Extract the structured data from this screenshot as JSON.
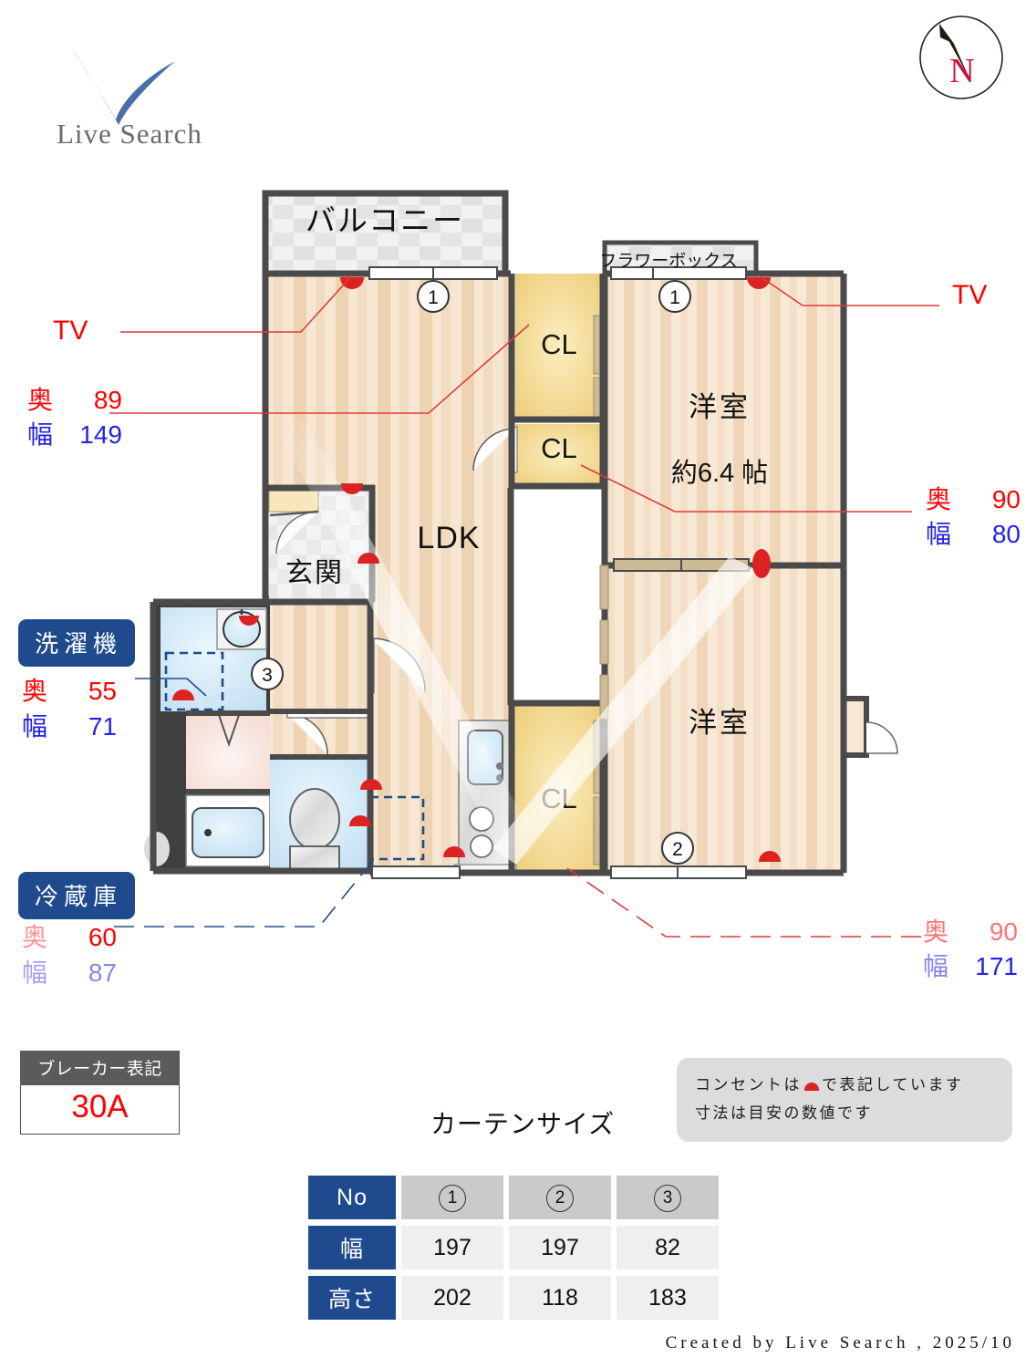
{
  "brand": {
    "name": "Live Search",
    "logo_color": "#4a6ea9"
  },
  "compass": {
    "label": "N",
    "label_color": "#cc1133",
    "needle_color": "#241a13"
  },
  "floorplan": {
    "rooms": [
      {
        "key": "balcony",
        "label": "バルコニー"
      },
      {
        "key": "flowerbox",
        "label": "フラワーボックス"
      },
      {
        "key": "ldk",
        "label": "LDK"
      },
      {
        "key": "genkan",
        "label": "玄関"
      },
      {
        "key": "washitsu1",
        "label": "洋室",
        "size": "約6.4 帖"
      },
      {
        "key": "washitsu2",
        "label": "洋室"
      },
      {
        "key": "cl_top",
        "label": "CL"
      },
      {
        "key": "cl_mid",
        "label": "CL"
      },
      {
        "key": "cl_bottom",
        "label": "CL"
      }
    ],
    "window_markers": [
      {
        "id": "1",
        "pos": "ldk-north"
      },
      {
        "id": "1",
        "pos": "washitsu1-north"
      },
      {
        "id": "2",
        "pos": "washitsu2-south"
      },
      {
        "id": "3",
        "pos": "washroom"
      }
    ]
  },
  "annotations": {
    "tv_left": {
      "title": "TV",
      "depth_label": "奥",
      "depth": "89",
      "width_label": "幅",
      "width": "149"
    },
    "tv_right": {
      "title": "TV",
      "depth_label": "奥",
      "depth": "90",
      "width_label": "幅",
      "width": "80"
    },
    "washer": {
      "title": "洗濯機",
      "depth_label": "奥",
      "depth": "55",
      "width_label": "幅",
      "width": "71"
    },
    "fridge": {
      "title": "冷蔵庫",
      "depth_label": "奥",
      "depth": "60",
      "width_label": "幅",
      "width": "87"
    },
    "shelf_br": {
      "depth_label": "奥",
      "depth": "90",
      "width_label": "幅",
      "width": "171"
    }
  },
  "breaker": {
    "header": "ブレーカー表記",
    "value": "30A",
    "value_color": "#ff0000"
  },
  "notes": {
    "line1_before": "コンセントは",
    "line1_after": "で表記しています",
    "line2": "寸法は目安の数値です",
    "marker_color": "#dd2222"
  },
  "curtain": {
    "title": "カーテンサイズ",
    "row_headers": [
      "No",
      "幅",
      "高さ"
    ],
    "columns": [
      "1",
      "2",
      "3"
    ],
    "width_values": [
      "197",
      "197",
      "82"
    ],
    "height_values": [
      "202",
      "118",
      "183"
    ]
  },
  "footer": {
    "text": "Created by Live Search , 2025/10"
  },
  "colors": {
    "wall": "#4a4a4a",
    "floor_wood": "#f6e2cb",
    "floor_wood_dark": "#eccfae",
    "closet": "#f6dea0",
    "closet_dark": "#edd084",
    "tile": "#ededed",
    "water": "#cfe7f5",
    "accent_blue": "#1f4b8e",
    "outlet_red": "#dd2222",
    "dim_red": "#ff0000",
    "dim_blue": "#2323e0"
  }
}
